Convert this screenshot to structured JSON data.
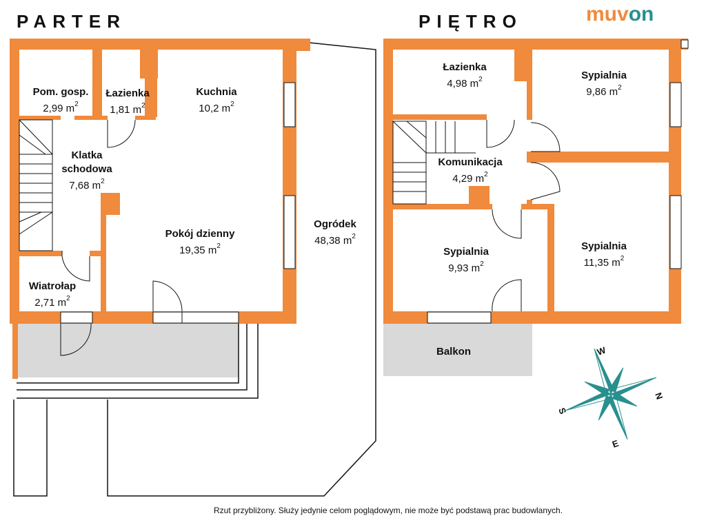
{
  "brand": {
    "logo_part1": "muv",
    "logo_part2": "on",
    "color_orange": "#f08a3c",
    "color_teal": "#2a8f8f"
  },
  "floors": {
    "ground": {
      "title": "PARTER",
      "rooms": [
        {
          "name": "Pom. gosp.",
          "area": "2,99 m"
        },
        {
          "name": "Łazienka",
          "area": "1,81 m"
        },
        {
          "name": "Kuchnia",
          "area": "10,2 m"
        },
        {
          "name": "Klatka schodowa",
          "name_line1": "Klatka",
          "name_line2": "schodowa",
          "area": "7,68 m"
        },
        {
          "name": "Pokój dzienny",
          "area": "19,35 m"
        },
        {
          "name": "Ogródek",
          "area": "48,38 m"
        },
        {
          "name": "Wiatrołap",
          "area": "2,71 m"
        }
      ]
    },
    "upper": {
      "title": "PIĘTRO",
      "rooms": [
        {
          "name": "Łazienka",
          "area": "4,98 m"
        },
        {
          "name": "Sypialnia",
          "area": "9,86 m"
        },
        {
          "name": "Komunikacja",
          "area": "4,29 m"
        },
        {
          "name": "Sypialnia",
          "area": "9,93 m"
        },
        {
          "name": "Sypialnia",
          "area": "11,35 m"
        },
        {
          "name": "Balkon",
          "area": ""
        }
      ]
    }
  },
  "area_unit_exponent": "2",
  "compass": {
    "north": "N",
    "south": "S",
    "east": "E",
    "west": "W",
    "icon": "compass-rose-icon"
  },
  "colors": {
    "wall": "#f08a3c",
    "terrace": "#d9d9d9",
    "window": "#ffffff",
    "compass_fill": "#2a8f8f"
  },
  "footer": "Rzut przybliżony. Służy jedynie celom poglądowym, nie może być podstawą prac budowlanych."
}
